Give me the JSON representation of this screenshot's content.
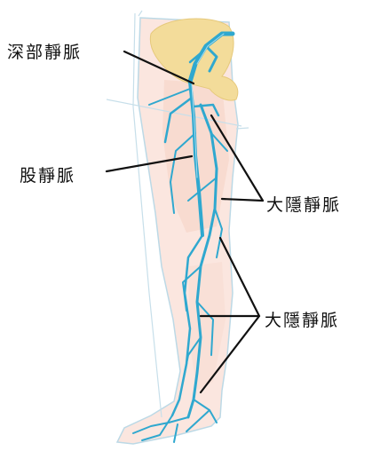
{
  "labels": {
    "deep_vein": "深部靜脈",
    "femoral_vein": "股靜脈",
    "great_saphenous_upper": "大隱靜脈",
    "great_saphenous_lower": "大隱靜脈"
  },
  "colors": {
    "vein": "#2fa8cf",
    "vein_light": "#8fd3ea",
    "bone": "#f3dc9a",
    "skin": "#fbe3da",
    "outline": "#b9d8e6",
    "leader_line": "#111111"
  }
}
